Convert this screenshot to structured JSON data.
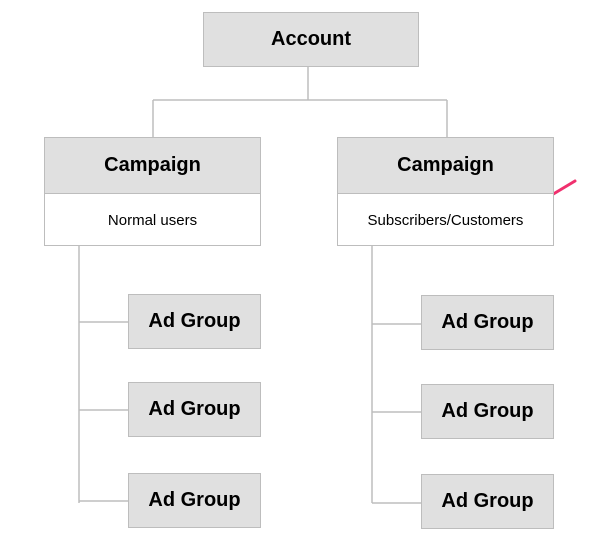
{
  "account": {
    "label": "Account"
  },
  "campaigns": [
    {
      "label": "Campaign",
      "audience": "Normal users",
      "ad_groups": [
        "Ad Group",
        "Ad Group",
        "Ad Group"
      ]
    },
    {
      "label": "Campaign",
      "audience": "Subscribers/Customers",
      "ad_groups": [
        "Ad Group",
        "Ad Group",
        "Ad Group"
      ]
    }
  ],
  "colors": {
    "box_fill": "#e0e0e0",
    "border": "#bdbdbd",
    "arrow": "#f0306e"
  }
}
